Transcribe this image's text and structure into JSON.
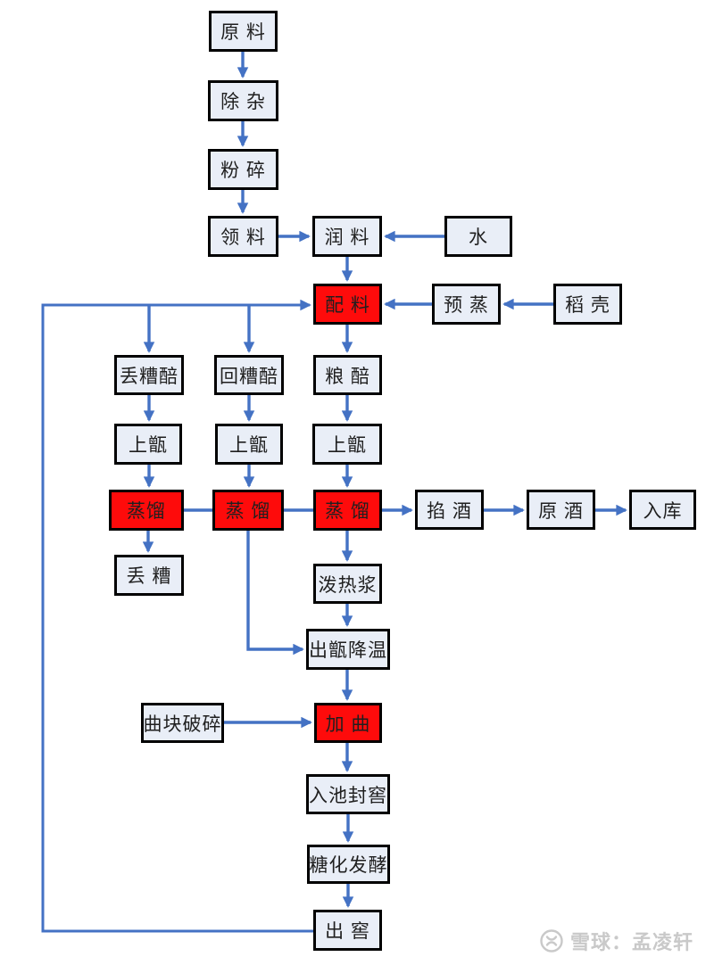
{
  "diagram": {
    "description": "Baijiu production process flowchart",
    "nodes": {
      "raw_material": {
        "label": "原 料",
        "highlight": false
      },
      "remove_impurities": {
        "label": "除 杂",
        "highlight": false
      },
      "crush": {
        "label": "粉 碎",
        "highlight": false
      },
      "receive_material": {
        "label": "领 料",
        "highlight": false
      },
      "moisten_material": {
        "label": "润 料",
        "highlight": false
      },
      "water": {
        "label": "水",
        "highlight": false
      },
      "blending": {
        "label": "配 料",
        "highlight": true
      },
      "pre_steam": {
        "label": "预 蒸",
        "highlight": false
      },
      "rice_husk": {
        "label": "稻 壳",
        "highlight": false
      },
      "discard_grain_mash": {
        "label": "丢糟醅",
        "highlight": false
      },
      "return_grain_mash": {
        "label": "回糟醅",
        "highlight": false
      },
      "grain_mash": {
        "label": "粮 醅",
        "highlight": false
      },
      "load_steamer_1": {
        "label": "上甑",
        "highlight": false
      },
      "load_steamer_2": {
        "label": "上甑",
        "highlight": false
      },
      "load_steamer_3": {
        "label": "上甑",
        "highlight": false
      },
      "distill_1": {
        "label": "蒸馏",
        "highlight": true
      },
      "distill_2": {
        "label": "蒸 馏",
        "highlight": true
      },
      "distill_3": {
        "label": "蒸 馏",
        "highlight": true
      },
      "cut_liquor": {
        "label": "掐 酒",
        "highlight": false
      },
      "raw_liquor": {
        "label": "原 酒",
        "highlight": false
      },
      "warehouse": {
        "label": "入库",
        "highlight": false
      },
      "discard_grains": {
        "label": "丢 糟",
        "highlight": false
      },
      "pour_hot_slurry": {
        "label": "泼热浆",
        "highlight": false
      },
      "steamer_out_cooling": {
        "label": "出甑降温",
        "highlight": false
      },
      "qu_block_crushing": {
        "label": "曲块破碎",
        "highlight": false
      },
      "add_qu": {
        "label": "加 曲",
        "highlight": true
      },
      "pit_entry_sealing": {
        "label": "入池封窖",
        "highlight": false
      },
      "saccharification": {
        "label": "糖化发酵",
        "highlight": false
      },
      "pit_out": {
        "label": "出 窖",
        "highlight": false
      }
    },
    "colors": {
      "box_fill": "#e9eef7",
      "box_border": "#000000",
      "highlight_fill": "#fe0b0b",
      "arrow": "#4472c4",
      "text": "#1f1f1f",
      "watermark": "#c9c9c9"
    },
    "watermark": {
      "logo": "xueqiu-logo",
      "text": "雪球：孟凌轩"
    }
  }
}
